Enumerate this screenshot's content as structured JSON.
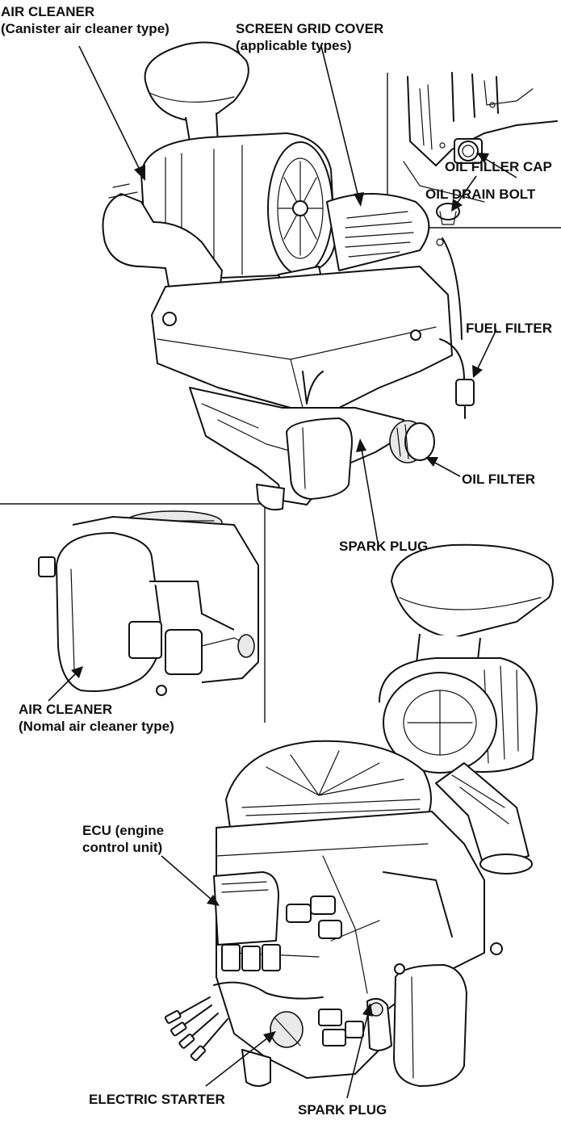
{
  "labels": {
    "air_cleaner_canister": [
      "AIR CLEANER",
      "(Canister air cleaner type)"
    ],
    "screen_grid_cover": [
      "SCREEN GRID COVER",
      "(applicable types)"
    ],
    "oil_drain_bolt": "OIL DRAIN BOLT",
    "oil_filler_cap": "OIL FILLER CAP",
    "fuel_filter": "FUEL FILTER",
    "oil_filter": "OIL FILTER",
    "spark_plug_top": "SPARK PLUG",
    "air_cleaner_normal": [
      "AIR CLEANER",
      "(Nomal air cleaner type)"
    ],
    "ecu": [
      "ECU (engine",
      "control unit)"
    ],
    "electric_starter": "ELECTRIC STARTER",
    "spark_plug_bottom": "SPARK PLUG"
  }
}
